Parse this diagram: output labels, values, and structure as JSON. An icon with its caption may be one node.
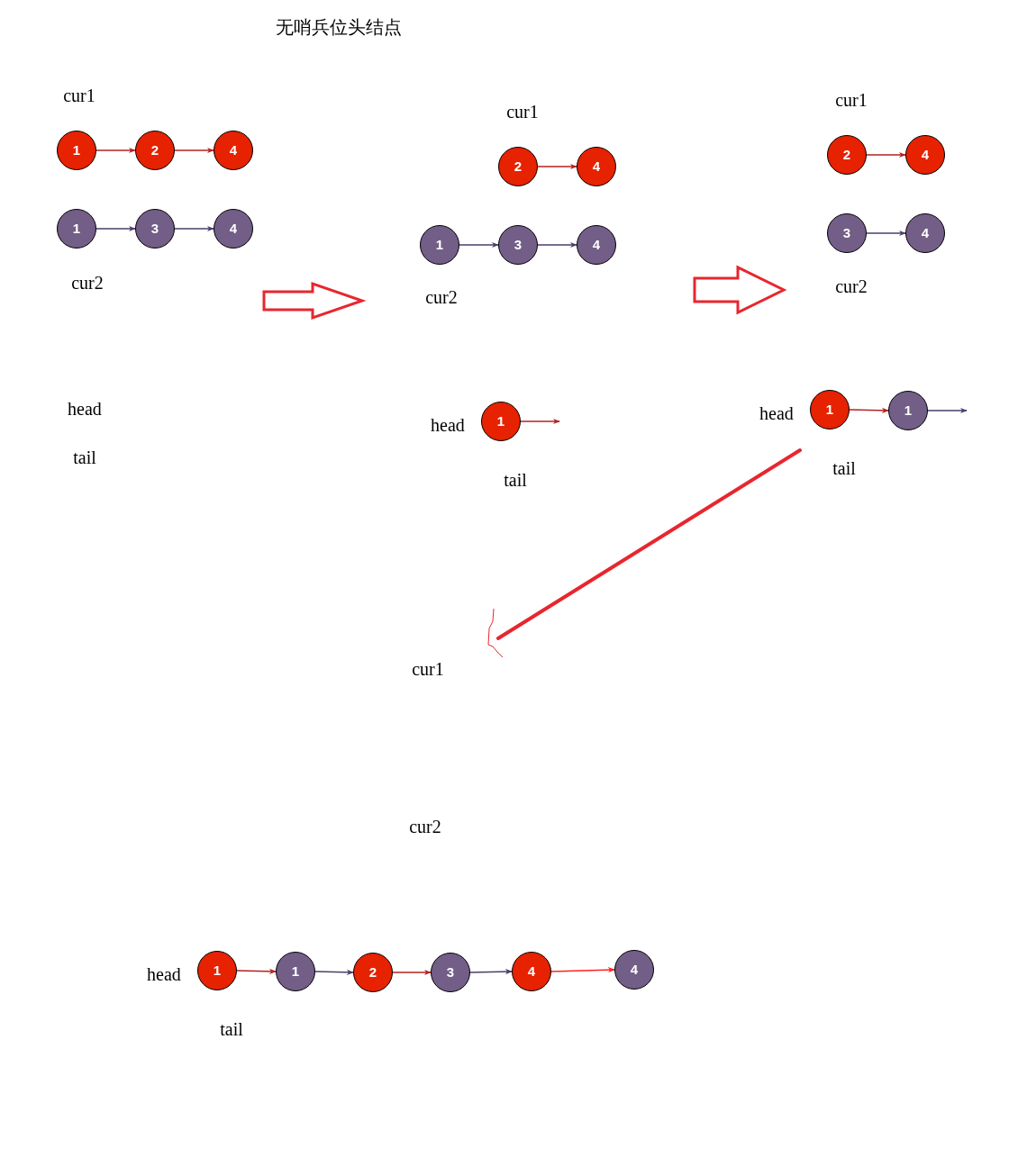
{
  "diagram": {
    "title": "无哨兵位头结点",
    "nodes": [
      {
        "text": [
          "1"
        ]
      },
      {
        "text": [
          "2"
        ]
      },
      {
        "text": [
          "4"
        ]
      },
      {
        "text": [
          "1"
        ]
      },
      {
        "text": [
          "3"
        ]
      },
      {
        "text": [
          "4"
        ]
      },
      {
        "text": [
          "2"
        ]
      },
      {
        "text": [
          "4"
        ]
      },
      {
        "text": [
          "1"
        ]
      },
      {
        "text": [
          "3"
        ]
      },
      {
        "text": [
          "4"
        ]
      },
      {
        "text": [
          "1"
        ]
      },
      {
        "text": [
          "2"
        ]
      },
      {
        "text": [
          "4"
        ]
      },
      {
        "text": [
          "3"
        ]
      },
      {
        "text": [
          "4"
        ]
      },
      {
        "text": [
          "1"
        ]
      },
      {
        "text": [
          "1"
        ]
      },
      {
        "text": [
          "1"
        ]
      },
      {
        "text": [
          "1"
        ]
      },
      {
        "text": [
          "2"
        ]
      },
      {
        "text": [
          "3"
        ]
      },
      {
        "text": [
          "4"
        ]
      },
      {
        "text": [
          "4"
        ]
      }
    ],
    "edges": [
      {
        "from": 0,
        "to": 1,
        "arrow": "to"
      },
      {
        "from": 1,
        "to": 2,
        "arrow": "to"
      },
      {
        "from": 3,
        "to": 4,
        "arrow": "to",
        "color": "#4b3d6b"
      },
      {
        "from": 4,
        "to": 5,
        "arrow": "to",
        "color": "#4b3d6b"
      },
      {
        "from": 6,
        "to": 7,
        "arrow": "to"
      },
      {
        "from": 8,
        "to": 9,
        "arrow": "to",
        "color": "#4b3d6b"
      },
      {
        "from": 9,
        "to": 10,
        "arrow": "to",
        "color": "#4b3d6b"
      },
      {
        "from": 11,
        "to": null,
        "arrow": "to"
      },
      {
        "from": 12,
        "to": 13,
        "arrow": "to"
      },
      {
        "from": 14,
        "to": 15,
        "arrow": "to",
        "color": "#4b3d6b"
      },
      {
        "from": 16,
        "to": 17,
        "arrow": "to"
      },
      {
        "from": 17,
        "to": null,
        "arrow": "to",
        "color": "#4b3d6b"
      },
      {
        "from": 18,
        "to": 19,
        "arrow": "to"
      },
      {
        "from": 19,
        "to": 20,
        "arrow": "to",
        "color": "#4b3d6b"
      },
      {
        "from": 20,
        "to": 21,
        "arrow": "to"
      },
      {
        "from": 21,
        "to": 22,
        "arrow": "to",
        "color": "#4b3d6b"
      },
      {
        "from": 22,
        "to": 23,
        "arrow": "to",
        "color": "#ff2020"
      }
    ],
    "labels": [
      "cur1",
      "cur1",
      "cur1",
      "cur2",
      "cur2",
      "cur2",
      "head",
      "head",
      "head",
      "tail",
      "tail",
      "tail",
      "cur1",
      "cur2",
      "head",
      "tail"
    ]
  }
}
